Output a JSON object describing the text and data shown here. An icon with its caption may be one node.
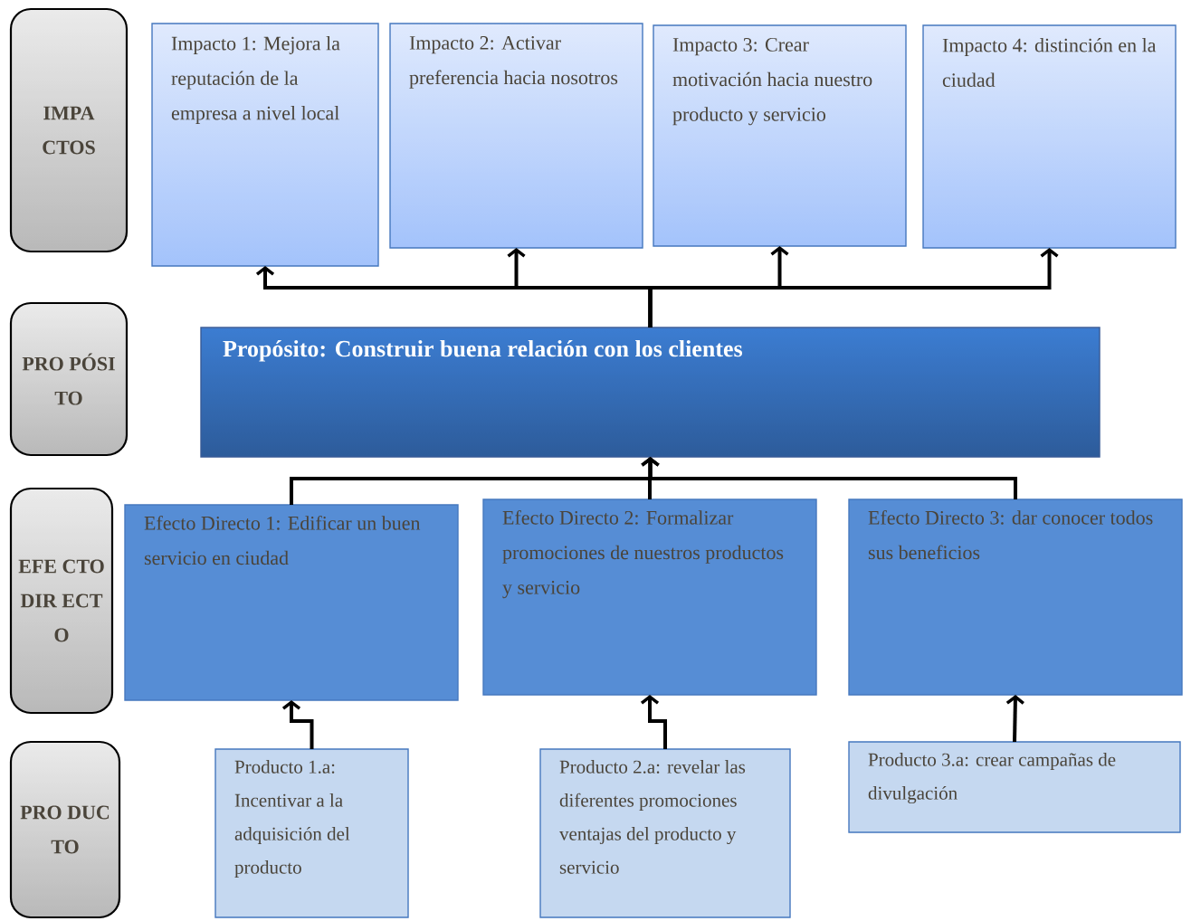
{
  "diagram": {
    "nodes": [
      {
        "text": [
          "IMPA CTOS"
        ]
      },
      {
        "text": [
          "Impacto 1: Mejora la reputación de la empresa a nivel local"
        ]
      },
      {
        "text": [
          "Impacto 2: Activar preferencia hacia nosotros"
        ]
      },
      {
        "text": [
          "Impacto 3: Crear motivación hacia nuestro producto y servicio"
        ]
      },
      {
        "text": [
          "Impacto 4: distinción en la ciudad"
        ]
      },
      {
        "text": [
          "PRO PÓSI TO"
        ]
      },
      {
        "text": [
          "Propósito: Construir buena relación con los clientes"
        ]
      },
      {
        "text": [
          "EFE CTO DIR ECT O"
        ]
      },
      {
        "text": [
          "Efecto Directo 1: Edificar un buen servicio en ciudad"
        ]
      },
      {
        "text": [
          "Efecto Directo 2: Formalizar promociones de nuestros productos y servicio"
        ]
      },
      {
        "text": [
          "Efecto Directo 3: dar conocer todos sus beneficios"
        ]
      },
      {
        "text": [
          "PRO DUC TO"
        ]
      },
      {
        "text": [
          "Producto 1.a: Incentivar a la adquisición del producto"
        ]
      },
      {
        "text": [
          "Producto 2.a: revelar las diferentes promociones ventajas del producto y servicio"
        ]
      },
      {
        "text": [
          "Producto 3.a: crear campañas de divulgación"
        ]
      }
    ],
    "edges": [
      {
        "from": 6,
        "to": 1,
        "arrow": "to"
      },
      {
        "from": 6,
        "to": 2,
        "arrow": "to"
      },
      {
        "from": 6,
        "to": 3,
        "arrow": "to"
      },
      {
        "from": 6,
        "to": 4,
        "arrow": "to"
      },
      {
        "from": 8,
        "to": 6,
        "arrow": "to"
      },
      {
        "from": 9,
        "to": 6,
        "arrow": "to"
      },
      {
        "from": 10,
        "to": 6,
        "arrow": "to"
      },
      {
        "from": 12,
        "to": 8,
        "arrow": "to"
      },
      {
        "from": 13,
        "to": 9,
        "arrow": "to"
      },
      {
        "from": 14,
        "to": 10,
        "arrow": "to"
      }
    ]
  }
}
